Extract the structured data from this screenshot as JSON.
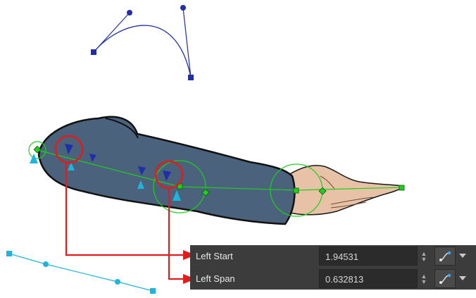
{
  "properties": {
    "left_start": {
      "label": "Left Start",
      "value": "1.94531"
    },
    "left_span": {
      "label": "Left Span",
      "value": "0.632813"
    }
  },
  "icons": {
    "spinner": "up-down-arrows-icon",
    "function": "bezier-function-icon",
    "dropdown": "chevron-down-icon"
  },
  "colors": {
    "bezier_curve": "#1f2fa8",
    "deformation_chain": "#1fcf1f",
    "callout": "#e21b1b",
    "selection_line": "#1fb4dc",
    "arm_fill": "#4a627b",
    "hand_fill": "#e8c2a6",
    "panel_bg": "#3c3c3c"
  }
}
